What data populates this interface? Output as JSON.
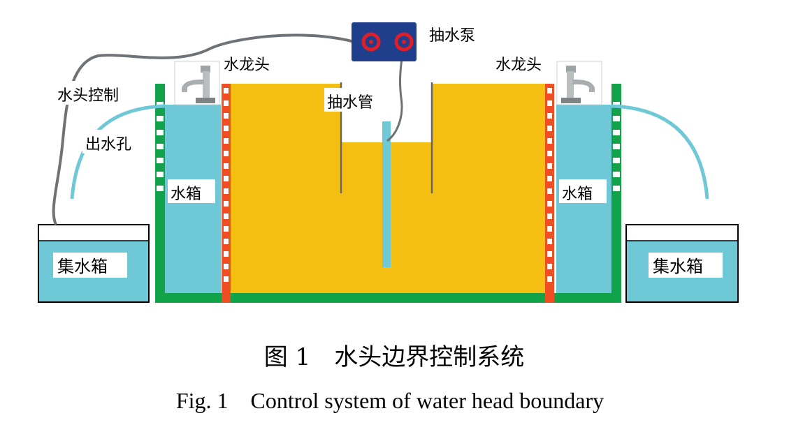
{
  "colors": {
    "soil": "#F5BE12",
    "water": "#6FC8D6",
    "green_frame": "#12A24A",
    "orange_wall": "#EE4E22",
    "hose": "#6E7377",
    "pump_body": "#1F3E8C",
    "pump_port": "#E01E26",
    "white": "#FFFFFF",
    "black": "#000000"
  },
  "labels": {
    "pump": "抽水泵",
    "faucet_left": "水龙头",
    "faucet_right": "水龙头",
    "head_control": "水头控制",
    "outlet_hole": "出水孔",
    "pipe": "抽水管",
    "tank_left": "水箱",
    "tank_right": "水箱",
    "collector_left": "集水箱",
    "collector_right": "集水箱"
  },
  "caption": {
    "zh": "图 1　水头边界控制系统",
    "en": "Fig. 1　Control system of water head boundary"
  },
  "icons": {
    "faucet_left": "faucet-icon",
    "faucet_right": "faucet-icon",
    "pump": "pump-icon"
  }
}
